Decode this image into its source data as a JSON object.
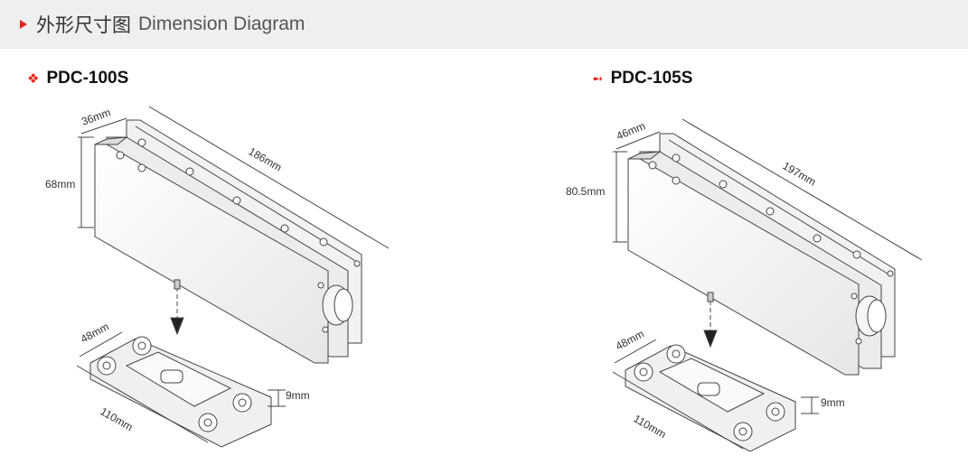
{
  "header": {
    "title_cn": "外形尺寸图",
    "title_en": "Dimension Diagram"
  },
  "products": [
    {
      "marker": "❖",
      "name": "PDC-100S",
      "dims": {
        "width": "36mm",
        "height": "68mm",
        "length": "186mm",
        "base_width": "48mm",
        "base_length": "110mm",
        "base_height": "9mm"
      }
    },
    {
      "marker": "➻",
      "name": "PDC-105S",
      "dims": {
        "width": "46mm",
        "height": "80.5mm",
        "length": "197mm",
        "base_width": "48mm",
        "base_length": "110mm",
        "base_height": "9mm"
      }
    }
  ],
  "colors": {
    "accent": "#e2231a",
    "header_bg": "#efefef",
    "line": "#444444"
  }
}
